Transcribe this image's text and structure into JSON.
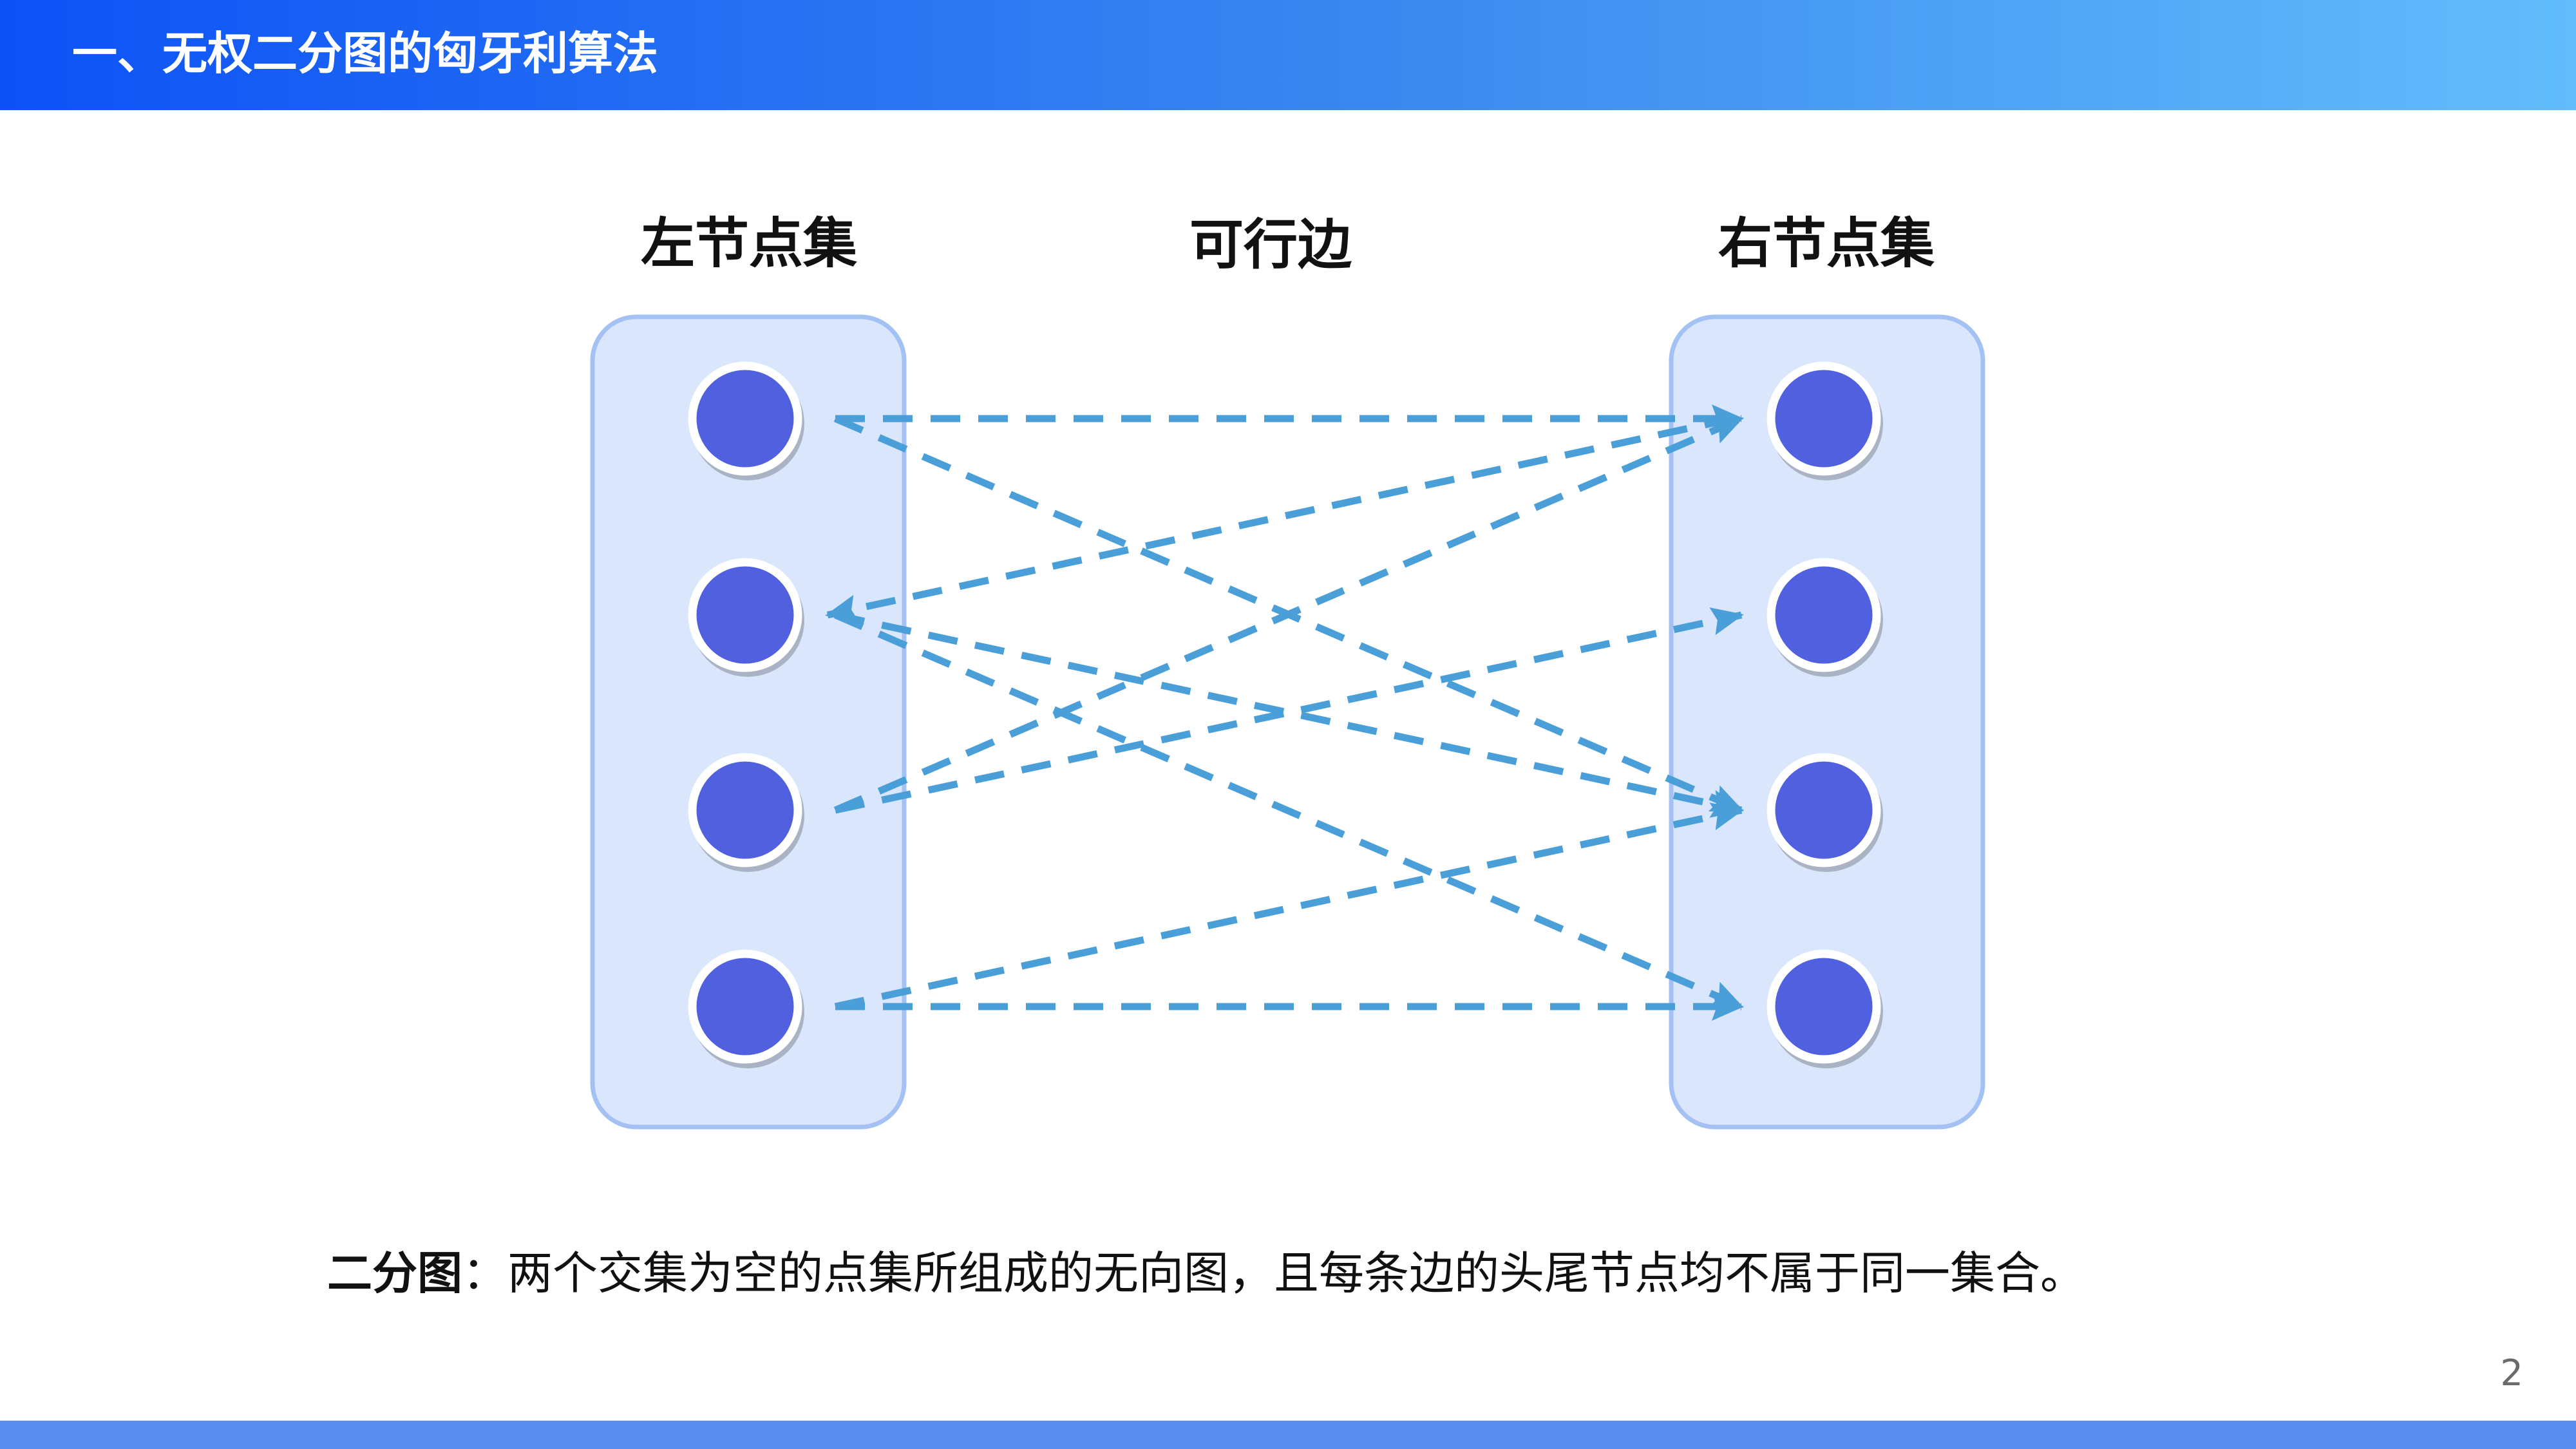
{
  "header": {
    "title": "一、无权二分图的匈牙利算法"
  },
  "diagram": {
    "left_set_label": "左节点集",
    "edges_label": "可行边",
    "right_set_label": "右节点集",
    "left_nodes": [
      "L1",
      "L2",
      "L3",
      "L4"
    ],
    "right_nodes": [
      "R1",
      "R2",
      "R3",
      "R4"
    ],
    "edges": [
      {
        "from": "L1",
        "to": "R1"
      },
      {
        "from": "L1",
        "to": "R3"
      },
      {
        "from": "R1",
        "to": "L2"
      },
      {
        "from": "L2",
        "to": "R3"
      },
      {
        "from": "L2",
        "to": "R4"
      },
      {
        "from": "L3",
        "to": "R1"
      },
      {
        "from": "L3",
        "to": "R2"
      },
      {
        "from": "L4",
        "to": "R3"
      },
      {
        "from": "L4",
        "to": "R4"
      }
    ],
    "colors": {
      "set_box_fill": "#d9e6fc",
      "set_box_stroke": "#a3c1f3",
      "node_fill": "#5160de",
      "node_stroke": "#ffffff",
      "edge": "#4a9fd9"
    }
  },
  "definition": {
    "term": "二分图",
    "separator": "：",
    "text": "两个交集为空的点集所组成的无向图，且每条边的头尾节点均不属于同一集合。"
  },
  "page": {
    "number": "2"
  }
}
